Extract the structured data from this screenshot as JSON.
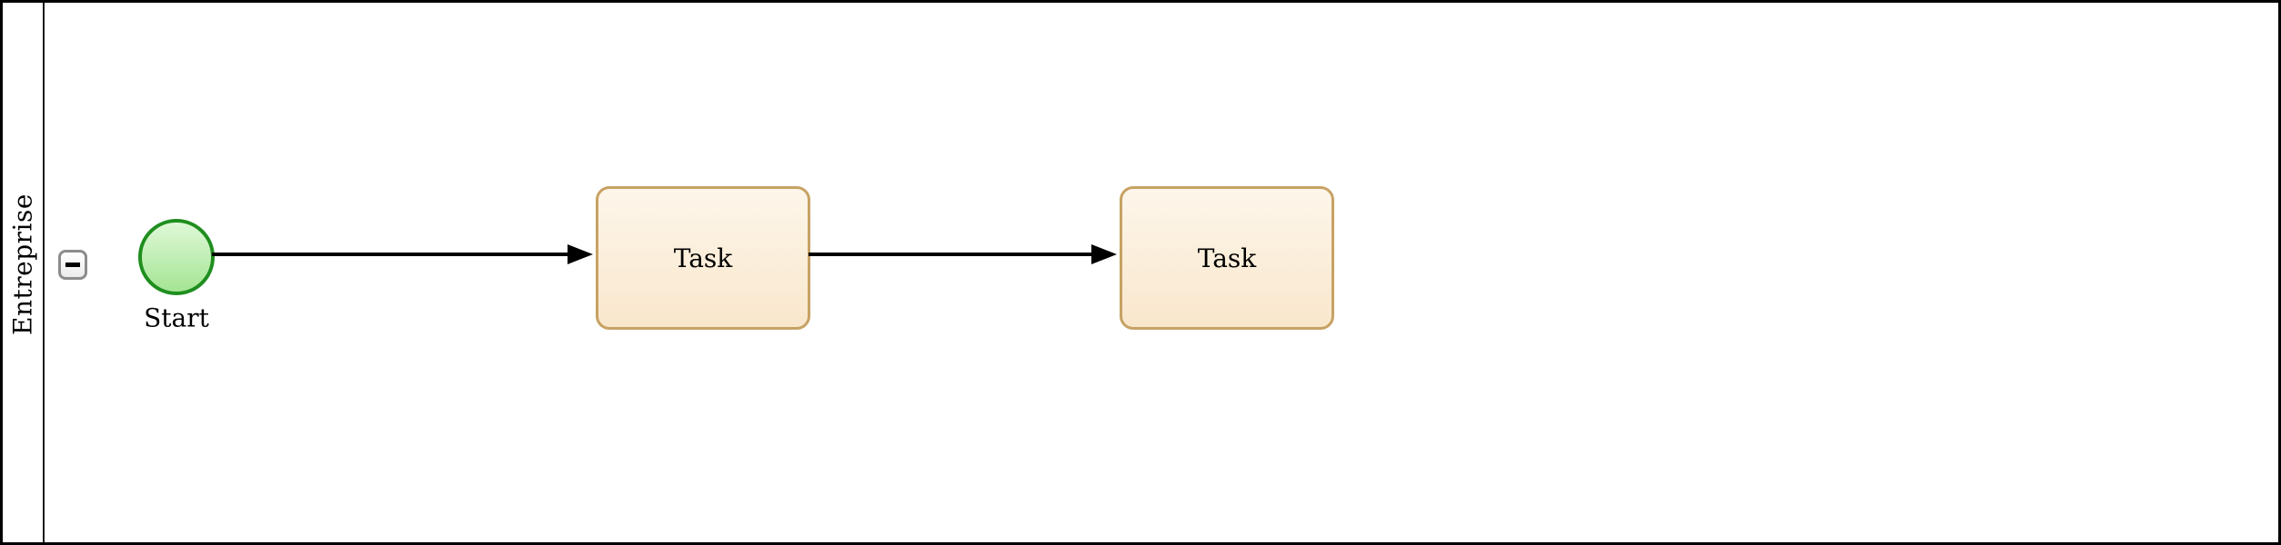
{
  "diagram": {
    "kind": "bpmn-process",
    "pool": {
      "label": "Entreprise",
      "collapse_button": {
        "icon": "minus",
        "symbol": "−"
      }
    },
    "nodes": [
      {
        "id": "start",
        "type": "start-event",
        "label": "Start"
      },
      {
        "id": "task-1",
        "type": "task",
        "label": "Task"
      },
      {
        "id": "task-2",
        "type": "task",
        "label": "Task"
      }
    ],
    "edges": [
      {
        "from": "start",
        "to": "task-1",
        "type": "sequence-flow"
      },
      {
        "from": "task-1",
        "to": "task-2",
        "type": "sequence-flow"
      }
    ],
    "colors": {
      "pool_border": "#000000",
      "start_event_stroke": "#1f8e1f",
      "start_event_fill_top": "#dff8d7",
      "start_event_fill_bottom": "#a4e594",
      "task_stroke": "#c7a264",
      "task_fill_top": "#fdf6ea",
      "task_fill_bottom": "#f9e7cc",
      "flow_stroke": "#000000",
      "collapse_button_border": "#8c8c8c"
    }
  }
}
